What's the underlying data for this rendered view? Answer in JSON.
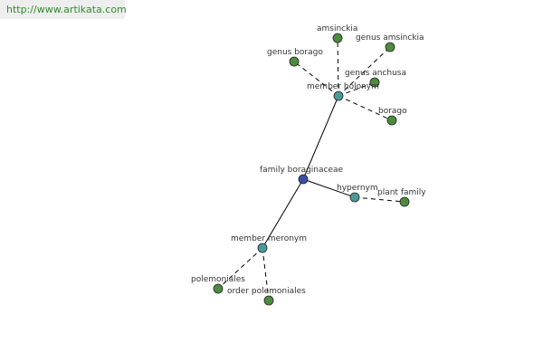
{
  "url": "http://www.artikata.com",
  "colors": {
    "root": "#3a4fa8",
    "relation": "#4a9a9a",
    "leaf": "#4d8b3f",
    "background": "#ffffff",
    "url_text": "#2e8b2e"
  },
  "graph": {
    "nodes": [
      {
        "id": "root",
        "label": "family boraginaceae",
        "kind": "root"
      },
      {
        "id": "holonym",
        "label": "member holonym",
        "kind": "relation"
      },
      {
        "id": "hypernym",
        "label": "hypernym",
        "kind": "relation"
      },
      {
        "id": "meronym",
        "label": "member meronym",
        "kind": "relation"
      },
      {
        "id": "amsinckia",
        "label": "amsinckia",
        "kind": "leaf"
      },
      {
        "id": "genus-amsinckia",
        "label": "genus amsinckia",
        "kind": "leaf"
      },
      {
        "id": "genus-borago",
        "label": "genus borago",
        "kind": "leaf"
      },
      {
        "id": "genus-anchusa",
        "label": "genus anchusa",
        "kind": "leaf"
      },
      {
        "id": "borago",
        "label": "borago",
        "kind": "leaf"
      },
      {
        "id": "plant-family",
        "label": "plant family",
        "kind": "leaf"
      },
      {
        "id": "polemoniales",
        "label": "polemoniales",
        "kind": "leaf"
      },
      {
        "id": "order-polemoniales",
        "label": "order polemoniales",
        "kind": "leaf"
      }
    ],
    "edges": [
      {
        "from": "root",
        "to": "holonym",
        "style": "solid"
      },
      {
        "from": "root",
        "to": "hypernym",
        "style": "solid"
      },
      {
        "from": "root",
        "to": "meronym",
        "style": "solid"
      },
      {
        "from": "holonym",
        "to": "amsinckia",
        "style": "dashed"
      },
      {
        "from": "holonym",
        "to": "genus-amsinckia",
        "style": "dashed"
      },
      {
        "from": "holonym",
        "to": "genus-borago",
        "style": "dashed"
      },
      {
        "from": "holonym",
        "to": "genus-anchusa",
        "style": "dashed"
      },
      {
        "from": "holonym",
        "to": "borago",
        "style": "dashed"
      },
      {
        "from": "hypernym",
        "to": "plant-family",
        "style": "dashed"
      },
      {
        "from": "meronym",
        "to": "polemoniales",
        "style": "dashed"
      },
      {
        "from": "meronym",
        "to": "order-polemoniales",
        "style": "dashed"
      }
    ]
  }
}
